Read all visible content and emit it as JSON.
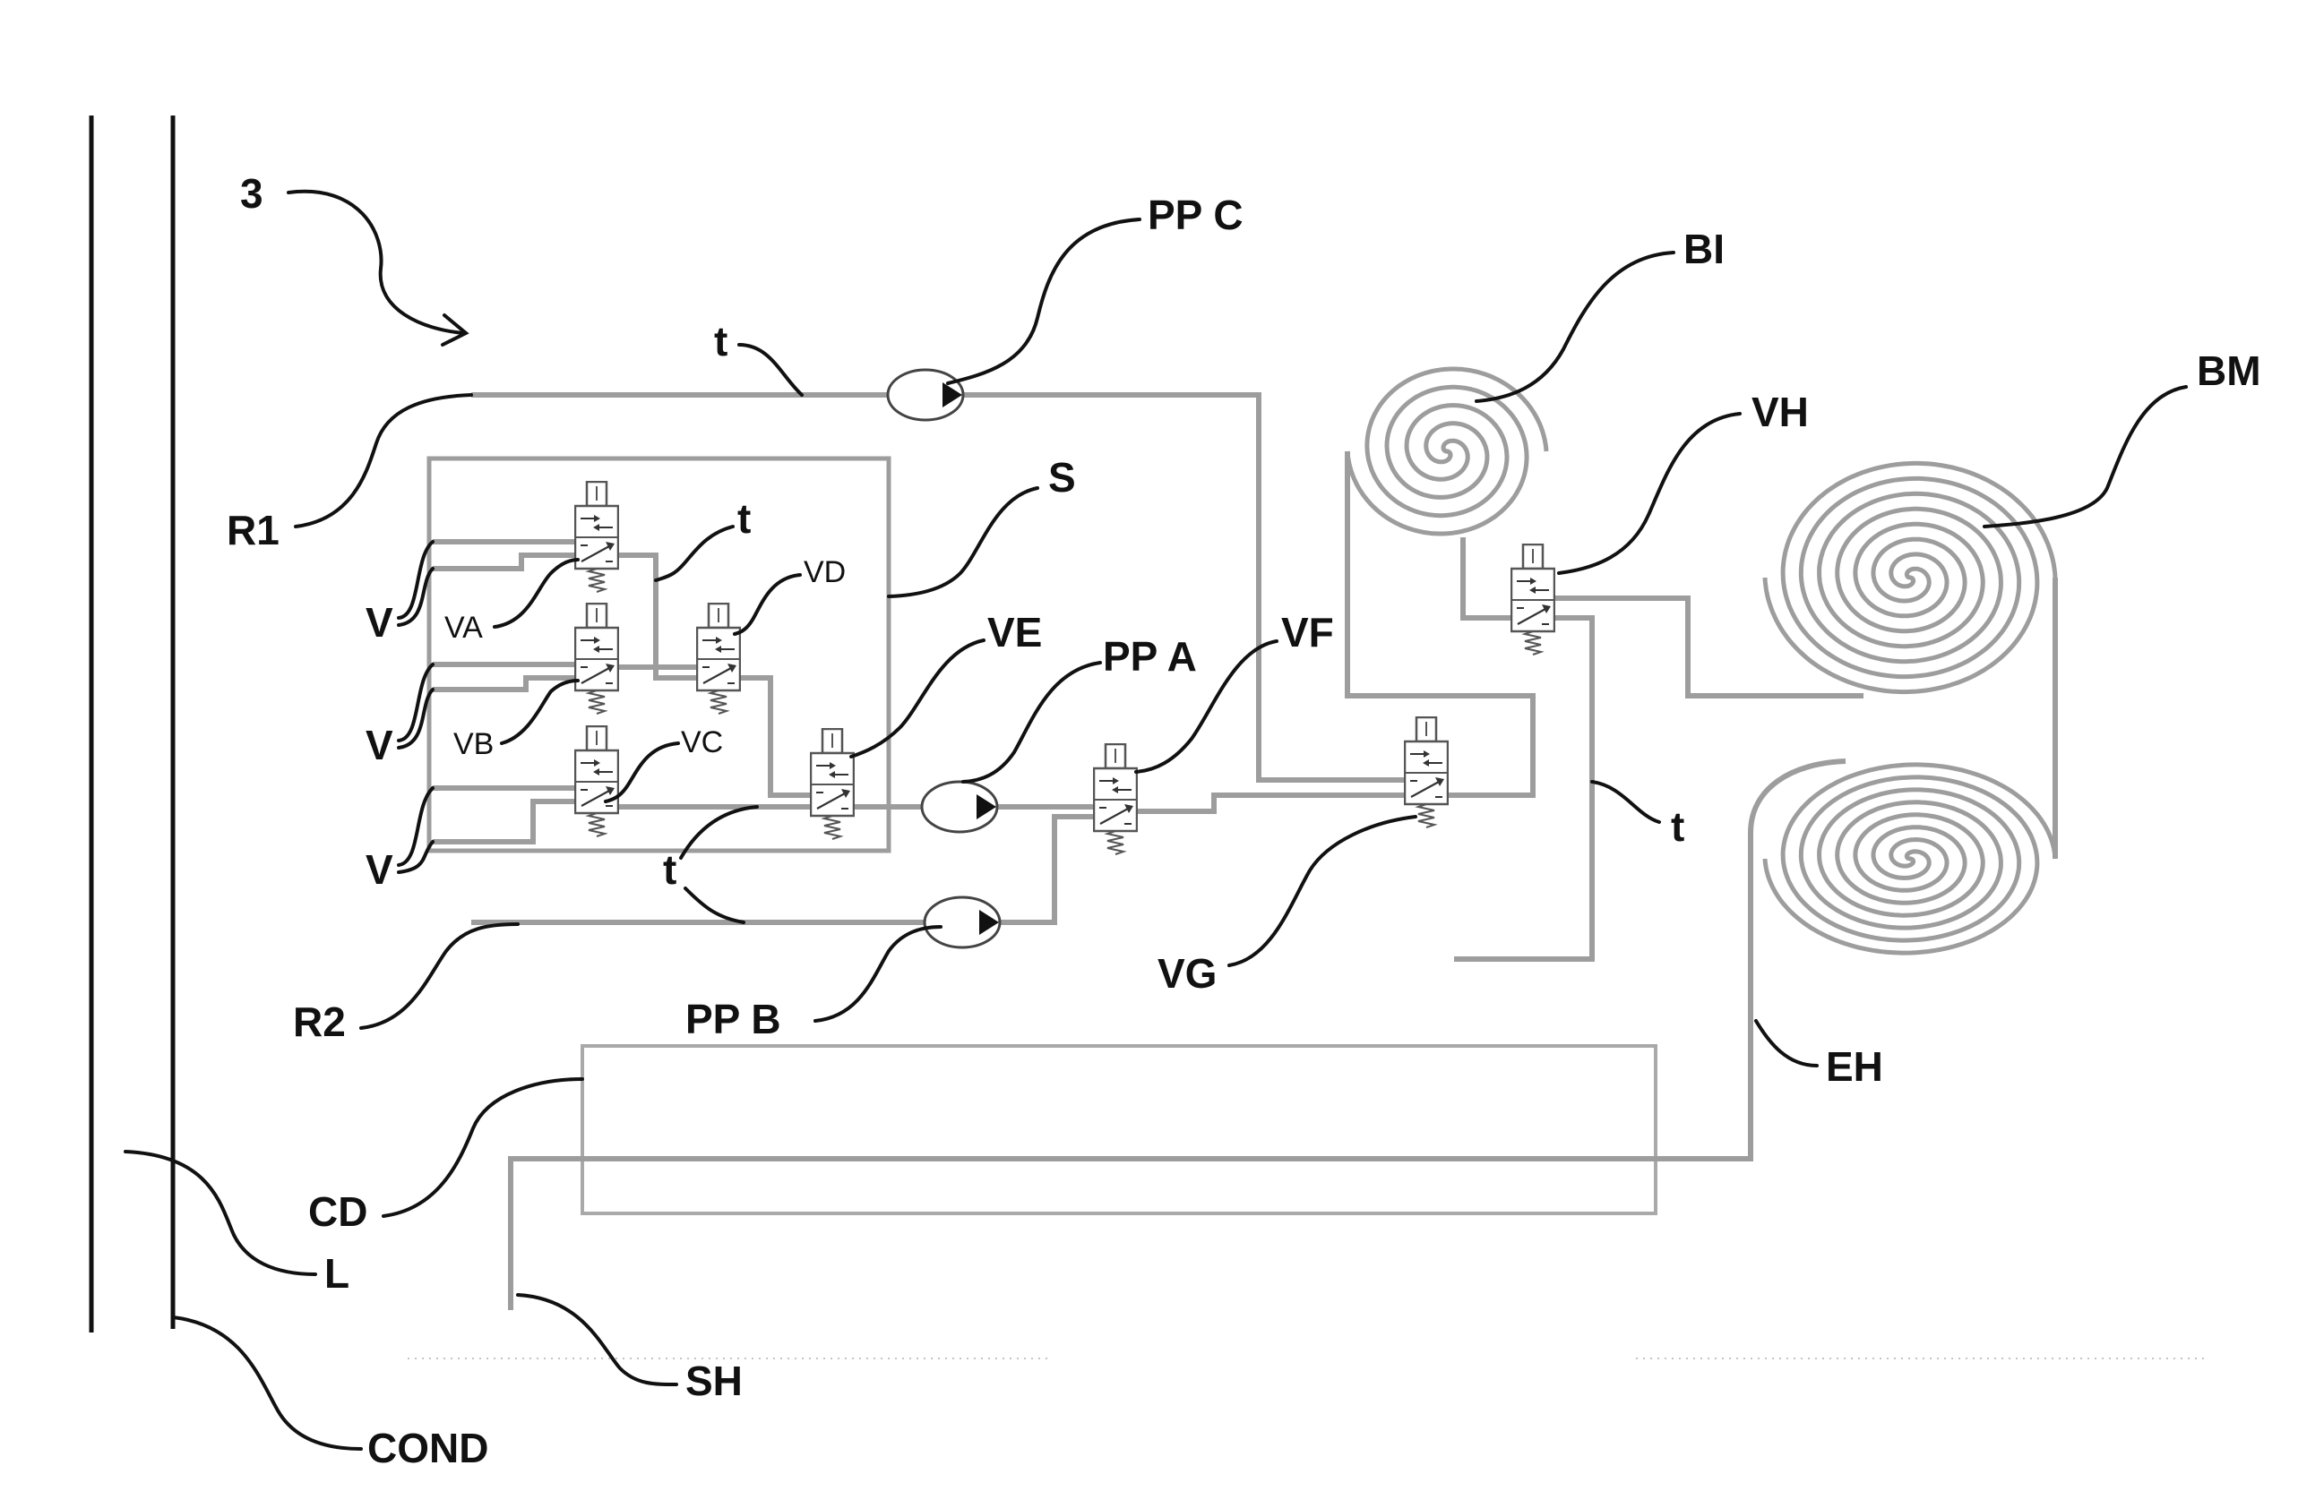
{
  "figure": {
    "reference": "3"
  },
  "labels": {
    "pp_c": "PP C",
    "pp_a": "PP A",
    "pp_b": "PP B",
    "bi": "BI",
    "bm": "BM",
    "eh": "EH",
    "va": "VA",
    "vb": "VB",
    "vc": "VC",
    "vd": "VD",
    "ve": "VE",
    "vf": "VF",
    "vg": "VG",
    "vh": "VH",
    "s": "S",
    "r1": "R1",
    "r2": "R2",
    "cd": "CD",
    "l": "L",
    "sh": "SH",
    "cond": "COND",
    "t": [
      "t",
      "t",
      "t",
      "t"
    ],
    "v": [
      "V",
      "V",
      "V"
    ]
  }
}
